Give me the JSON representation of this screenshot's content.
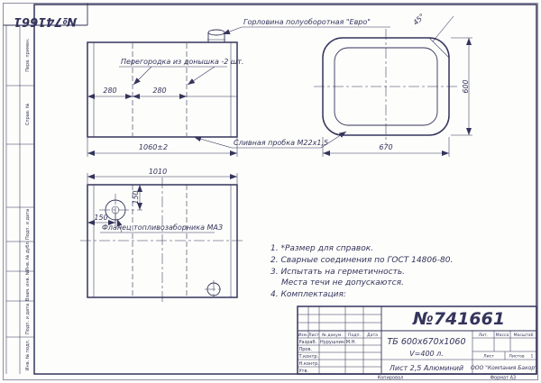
{
  "colors": {
    "ink": "#34345c",
    "paper": "#fdfdfb"
  },
  "meta": {
    "doc_number_rotated": "№741661"
  },
  "margin_stamps": [
    {
      "label": "Перв. примен."
    },
    {
      "label": "Справ. №"
    },
    {
      "label": "Подп. и дата"
    },
    {
      "label": "Инв. № дубл."
    },
    {
      "label": "Взам. инв. №"
    },
    {
      "label": "Подп. и дата"
    },
    {
      "label": "Инв. № подл."
    }
  ],
  "callouts": {
    "filler_neck": "Горловина полуоборотная \"Евро\"",
    "partition": "Перегородка из донышка -2 шт.",
    "drain": "Сливная пробка М22х1,5",
    "flange": "Фланец топливозаборника МАЗ"
  },
  "dims": {
    "front_seg1": "280",
    "front_seg2": "280",
    "front_total": "1060±2",
    "side_height": "600",
    "side_width": "670",
    "top_width": "1010",
    "flange_y": "150",
    "flange_x": "150",
    "chamfer": "45°"
  },
  "notes": [
    "1. *Размер для справок.",
    "2. Сварные соединения по ГОСТ 14806-80.",
    "3. Испытать на герметичность.",
    "Места течи не допускаются.",
    "4. Комплектация:"
  ],
  "title_block": {
    "doc_number": "№741661",
    "designation_line1": "ТБ 600х670х1060",
    "designation_line2": "V=400 л.",
    "material": "Лист 2,5 Алюминий",
    "company": "ООО \"Компания Бакор\"",
    "col_izm": "Изм.",
    "col_list": "Лист",
    "col_doc": "№ докум.",
    "col_sign": "Подп.",
    "col_date": "Дата",
    "row_developed": "Разраб.",
    "developed_name": "Нурушлин М.Н.",
    "row_checked": "Пров.",
    "row_tcontrol": "Т.контр.",
    "row_ncontrol": "Н.контр.",
    "row_approved": "Утв.",
    "lit_label": "Лит.",
    "mass_label": "Масса",
    "scale_label": "Масштаб",
    "sheet_label": "Лист",
    "sheets_label": "Листов",
    "sheets_value": "1",
    "copied_label": "Копировал",
    "format_label": "Формат А3"
  }
}
